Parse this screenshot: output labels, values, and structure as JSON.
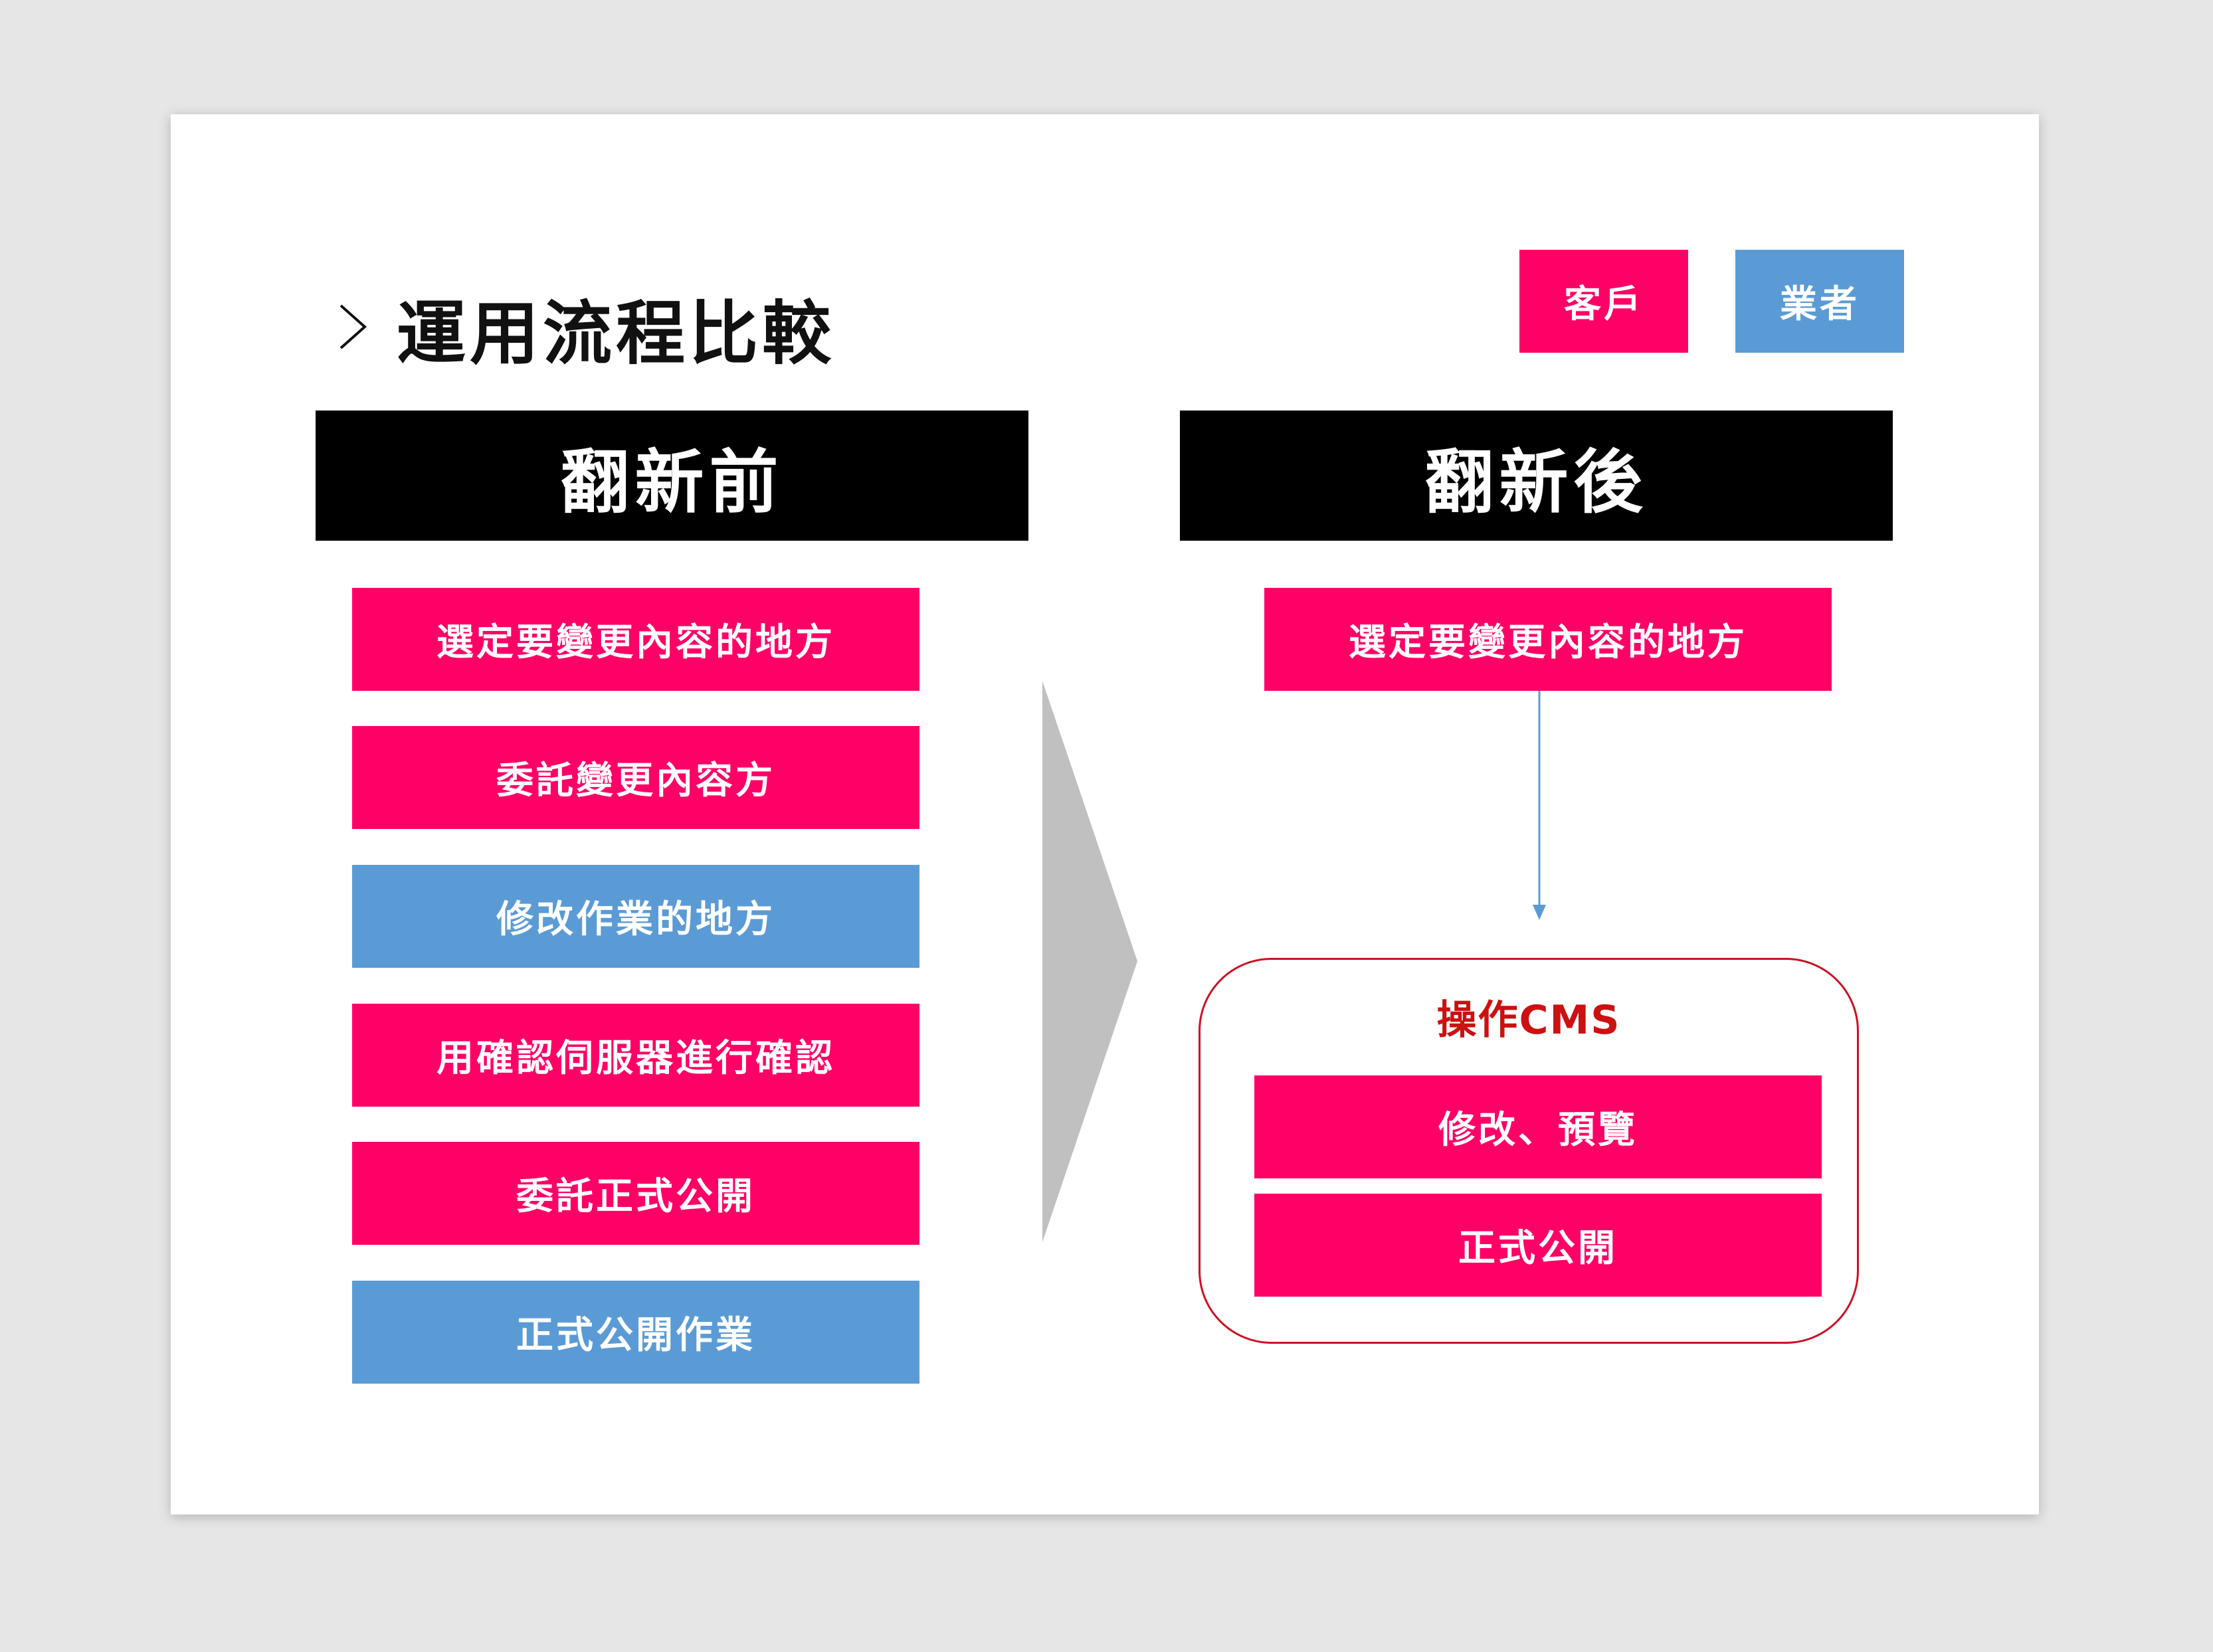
{
  "title": "運用流程比較",
  "legend": {
    "client_label": "客戶",
    "vendor_label": "業者"
  },
  "before": {
    "header": "翻新前",
    "steps": [
      {
        "label": "選定要變更內容的地方",
        "actor": "client"
      },
      {
        "label": "委託變更內容方",
        "actor": "client"
      },
      {
        "label": "修改作業的地方",
        "actor": "vendor"
      },
      {
        "label": "用確認伺服器進行確認",
        "actor": "client"
      },
      {
        "label": "委託正式公開",
        "actor": "client"
      },
      {
        "label": "正式公開作業",
        "actor": "vendor"
      }
    ]
  },
  "after": {
    "header": "翻新後",
    "first_step": "選定要變更內容的地方",
    "cms": {
      "title": "操作CMS",
      "steps": [
        "修改、預覽",
        "正式公開"
      ]
    }
  },
  "colors": {
    "client": "#ff0066",
    "vendor": "#5b9bd5",
    "header": "#000000",
    "cms_border": "#cc1122",
    "arrow": "#c0c0c0",
    "connector": "#5b9bd5"
  },
  "icons": {
    "title_marker": "chevron-right-icon",
    "transition": "chevron-arrow-shape",
    "connector": "arrow-down-icon"
  }
}
